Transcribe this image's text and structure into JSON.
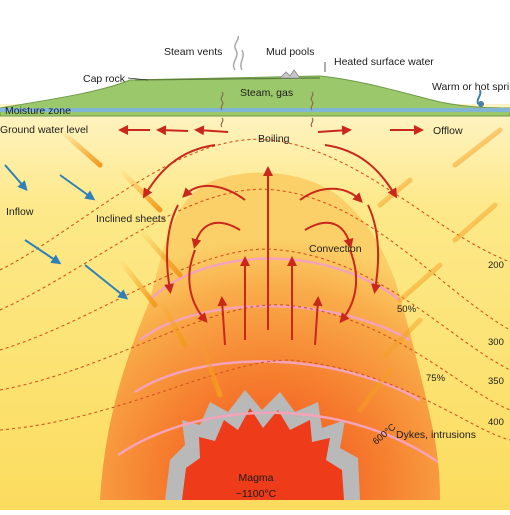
{
  "labels": {
    "steam_vents": "Steam vents",
    "mud_pools": "Mud pools",
    "heated_surface_water": "Heated surface water",
    "cap_rock": "Cap rock",
    "warm_hot_spring": "Warm or hot spri",
    "moisture_zone": "Moisture zone",
    "steam_gas": "Steam, gas",
    "ground_water_level": "Ground water level",
    "boiling": "Boiling",
    "offlow": "Offlow",
    "inflow": "Inflow",
    "inclined_sheets": "Inclined sheets",
    "convection": "Convection",
    "pct_50": "50%",
    "pct_75": "75%",
    "temp_600": "600°C",
    "dykes_intrusions": "Dykes, intrusions",
    "magma": "Magma",
    "magma_temp": "~1100°C",
    "iso_200": "200",
    "iso_300": "300",
    "iso_350": "350",
    "iso_400": "400"
  },
  "colors": {
    "ground": "#fbe06f",
    "surface": "#9cc86c",
    "rising_plume": "#f7a33c",
    "magma_core": "#ee3b19",
    "magma_rim": "#b9b9b9",
    "arrows": "#c9281b",
    "inflow_arrows": "#2f80b8",
    "isotherms": "#d2541f"
  }
}
